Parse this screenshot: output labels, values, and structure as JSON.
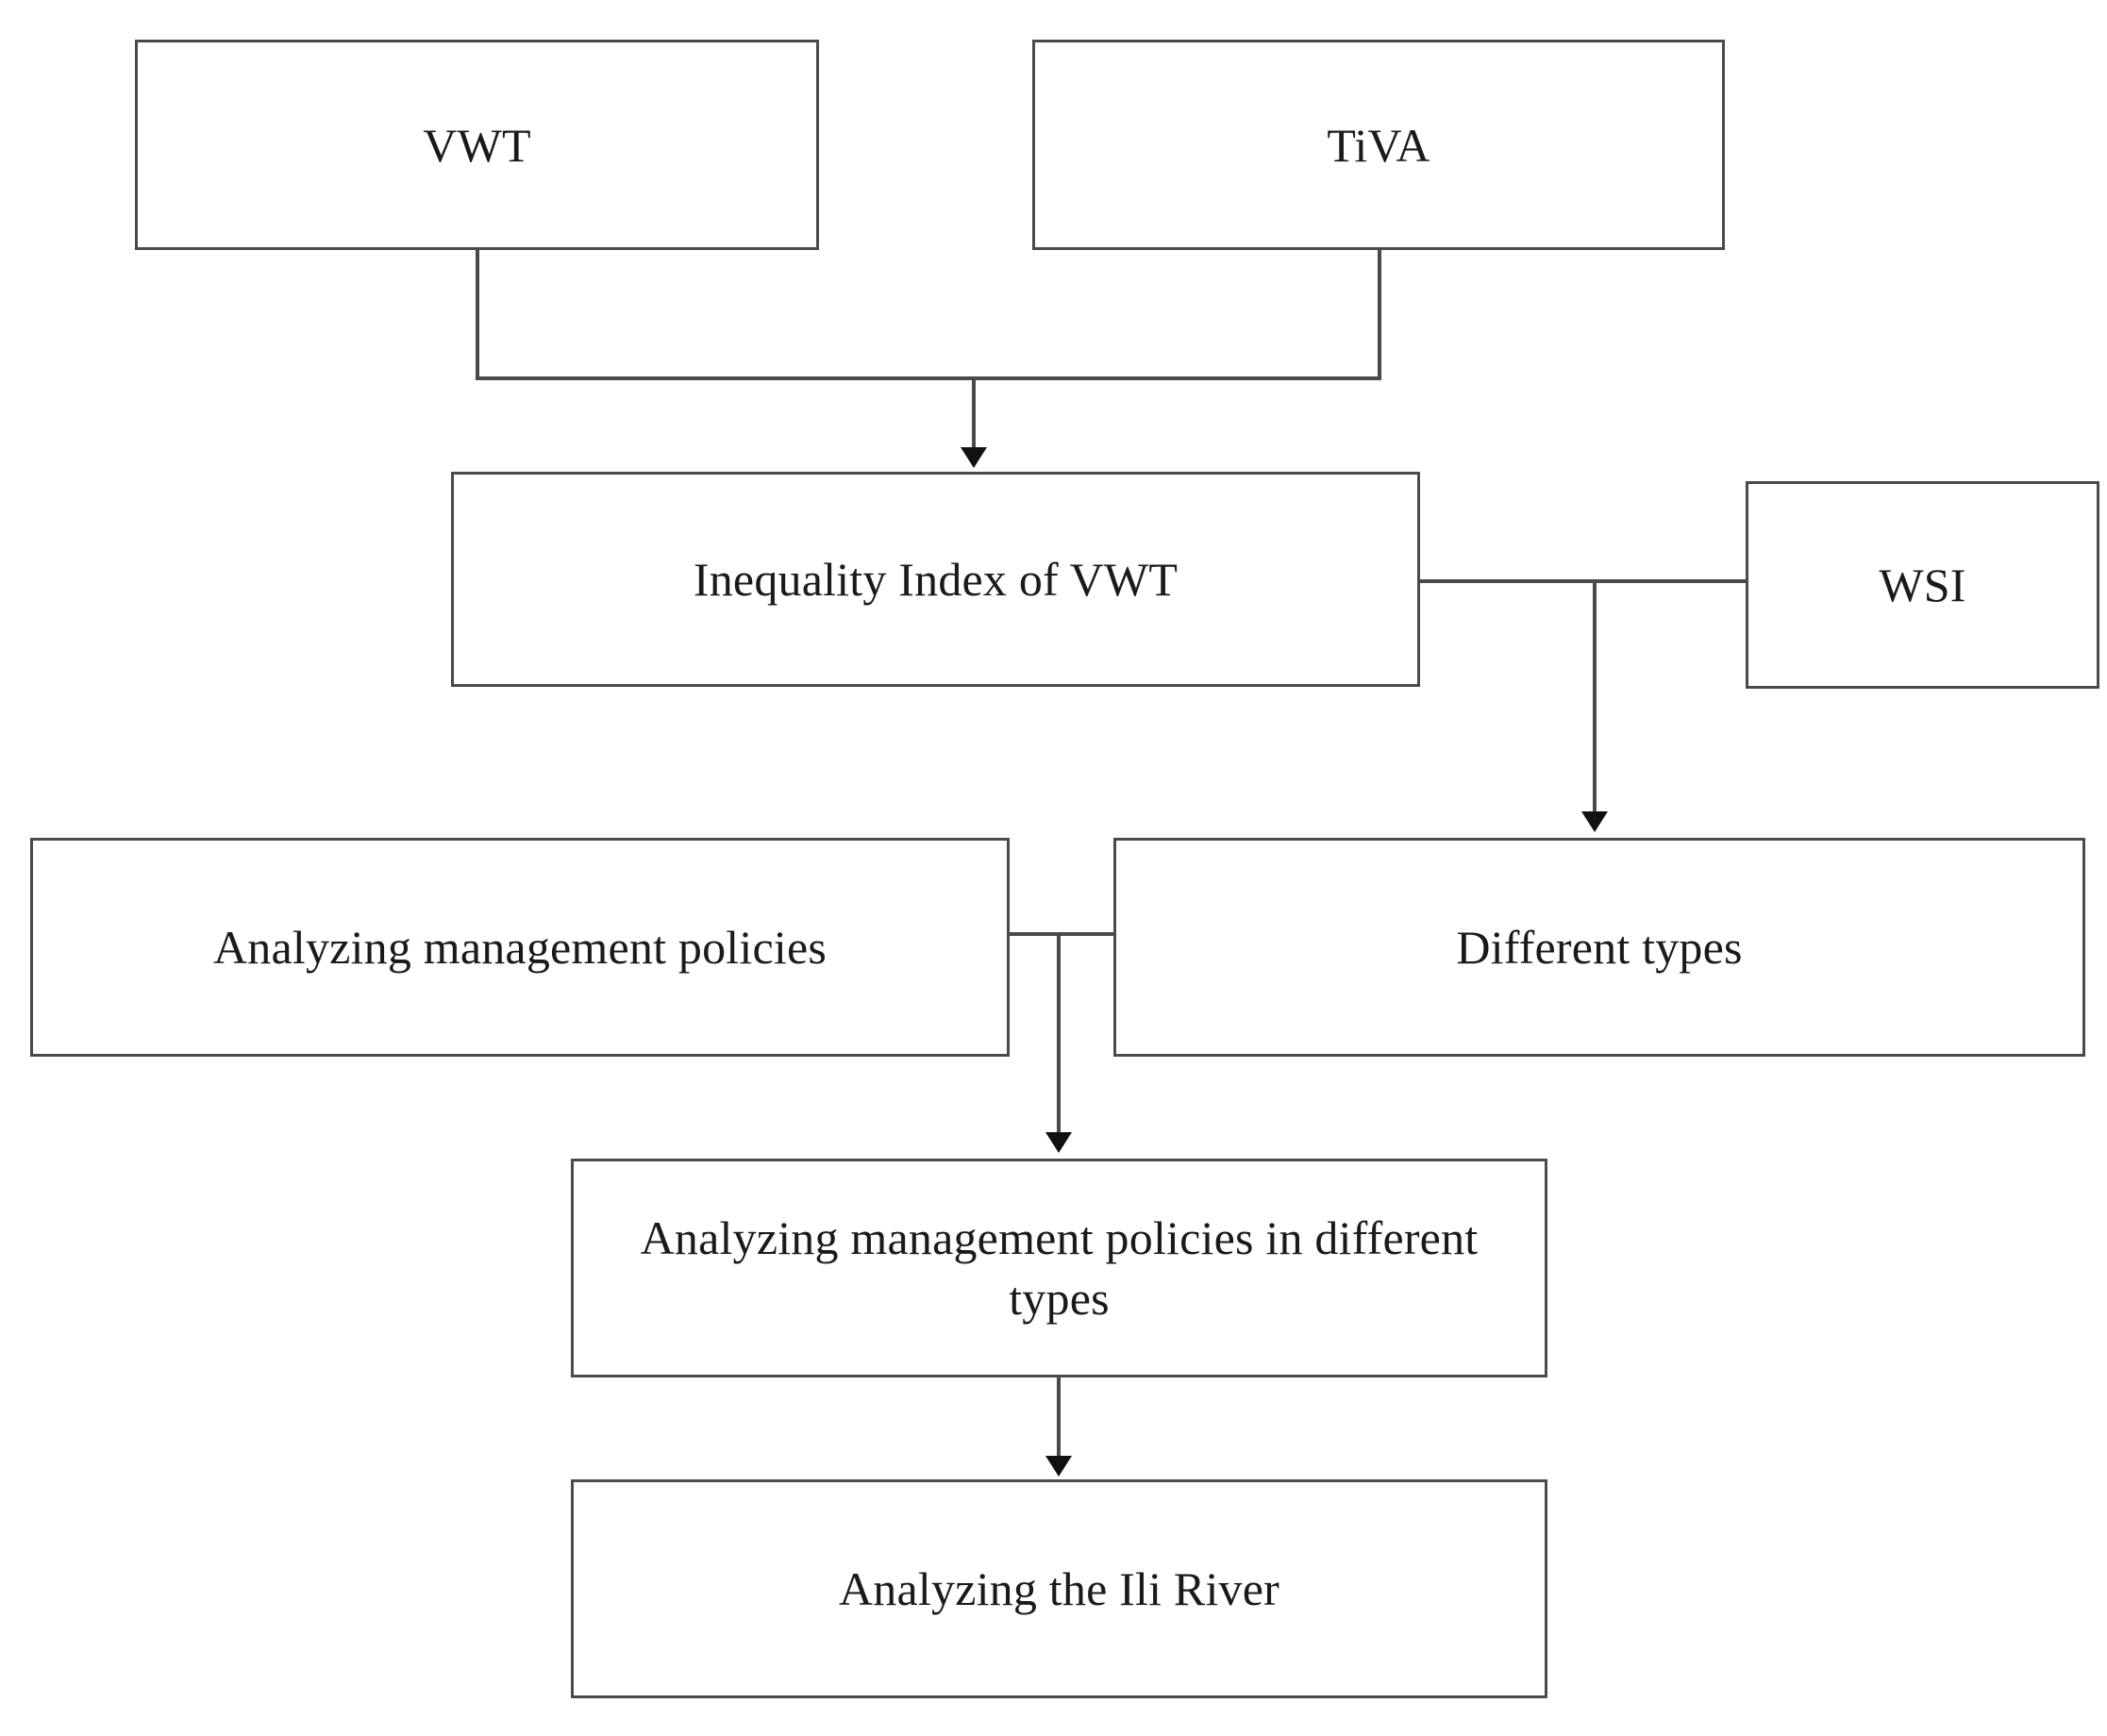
{
  "diagram": {
    "type": "flowchart",
    "orientation": "top-to-bottom",
    "background_color": "#ffffff",
    "box_border_color": "#4a4a4a",
    "text_color": "#1a1a1a",
    "nodes": [
      {
        "id": "vwt",
        "label": "VWT"
      },
      {
        "id": "tiva",
        "label": "TiVA"
      },
      {
        "id": "inequality",
        "label": "Inequality Index of VWT"
      },
      {
        "id": "wsi",
        "label": "WSI"
      },
      {
        "id": "policies",
        "label": "Analyzing management policies"
      },
      {
        "id": "types",
        "label": "Different types"
      },
      {
        "id": "policies_types",
        "label": "Analyzing management policies in different types"
      },
      {
        "id": "ili",
        "label": "Analyzing the Ili River"
      }
    ],
    "edges": [
      {
        "from": "vwt",
        "to": "inequality",
        "style": "elbow-merge",
        "arrow": true
      },
      {
        "from": "tiva",
        "to": "inequality",
        "style": "elbow-merge",
        "arrow": true
      },
      {
        "from": "inequality",
        "to": "wsi",
        "style": "horizontal",
        "arrow": false
      },
      {
        "from": "wsi",
        "to": "types",
        "style": "elbow-down",
        "arrow": true
      },
      {
        "from": "policies",
        "to": "policies_types",
        "style": "elbow-merge",
        "arrow": true
      },
      {
        "from": "types",
        "to": "policies_types",
        "style": "elbow-merge",
        "arrow": true
      },
      {
        "from": "policies_types",
        "to": "ili",
        "style": "vertical",
        "arrow": true
      }
    ]
  }
}
